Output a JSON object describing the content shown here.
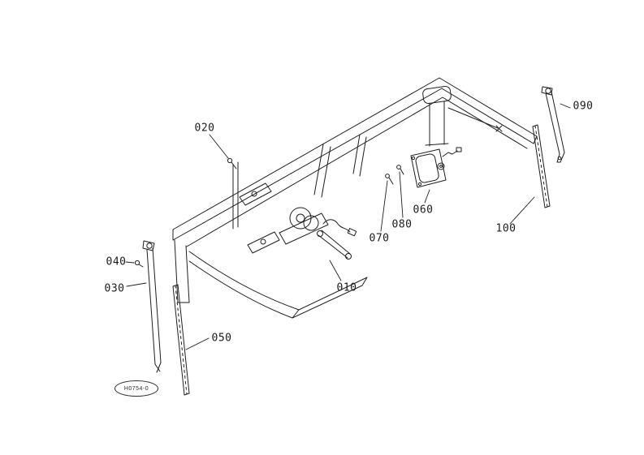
{
  "diagram": {
    "kind": "exploded-parts-line-drawing",
    "stamp": "H0754-0",
    "colors": {
      "line": "#1f1f1f",
      "background": "#ffffff"
    },
    "labels": [
      {
        "id": "010"
      },
      {
        "id": "020"
      },
      {
        "id": "030"
      },
      {
        "id": "040"
      },
      {
        "id": "050"
      },
      {
        "id": "060"
      },
      {
        "id": "070"
      },
      {
        "id": "080"
      },
      {
        "id": "090"
      },
      {
        "id": "100"
      }
    ]
  }
}
